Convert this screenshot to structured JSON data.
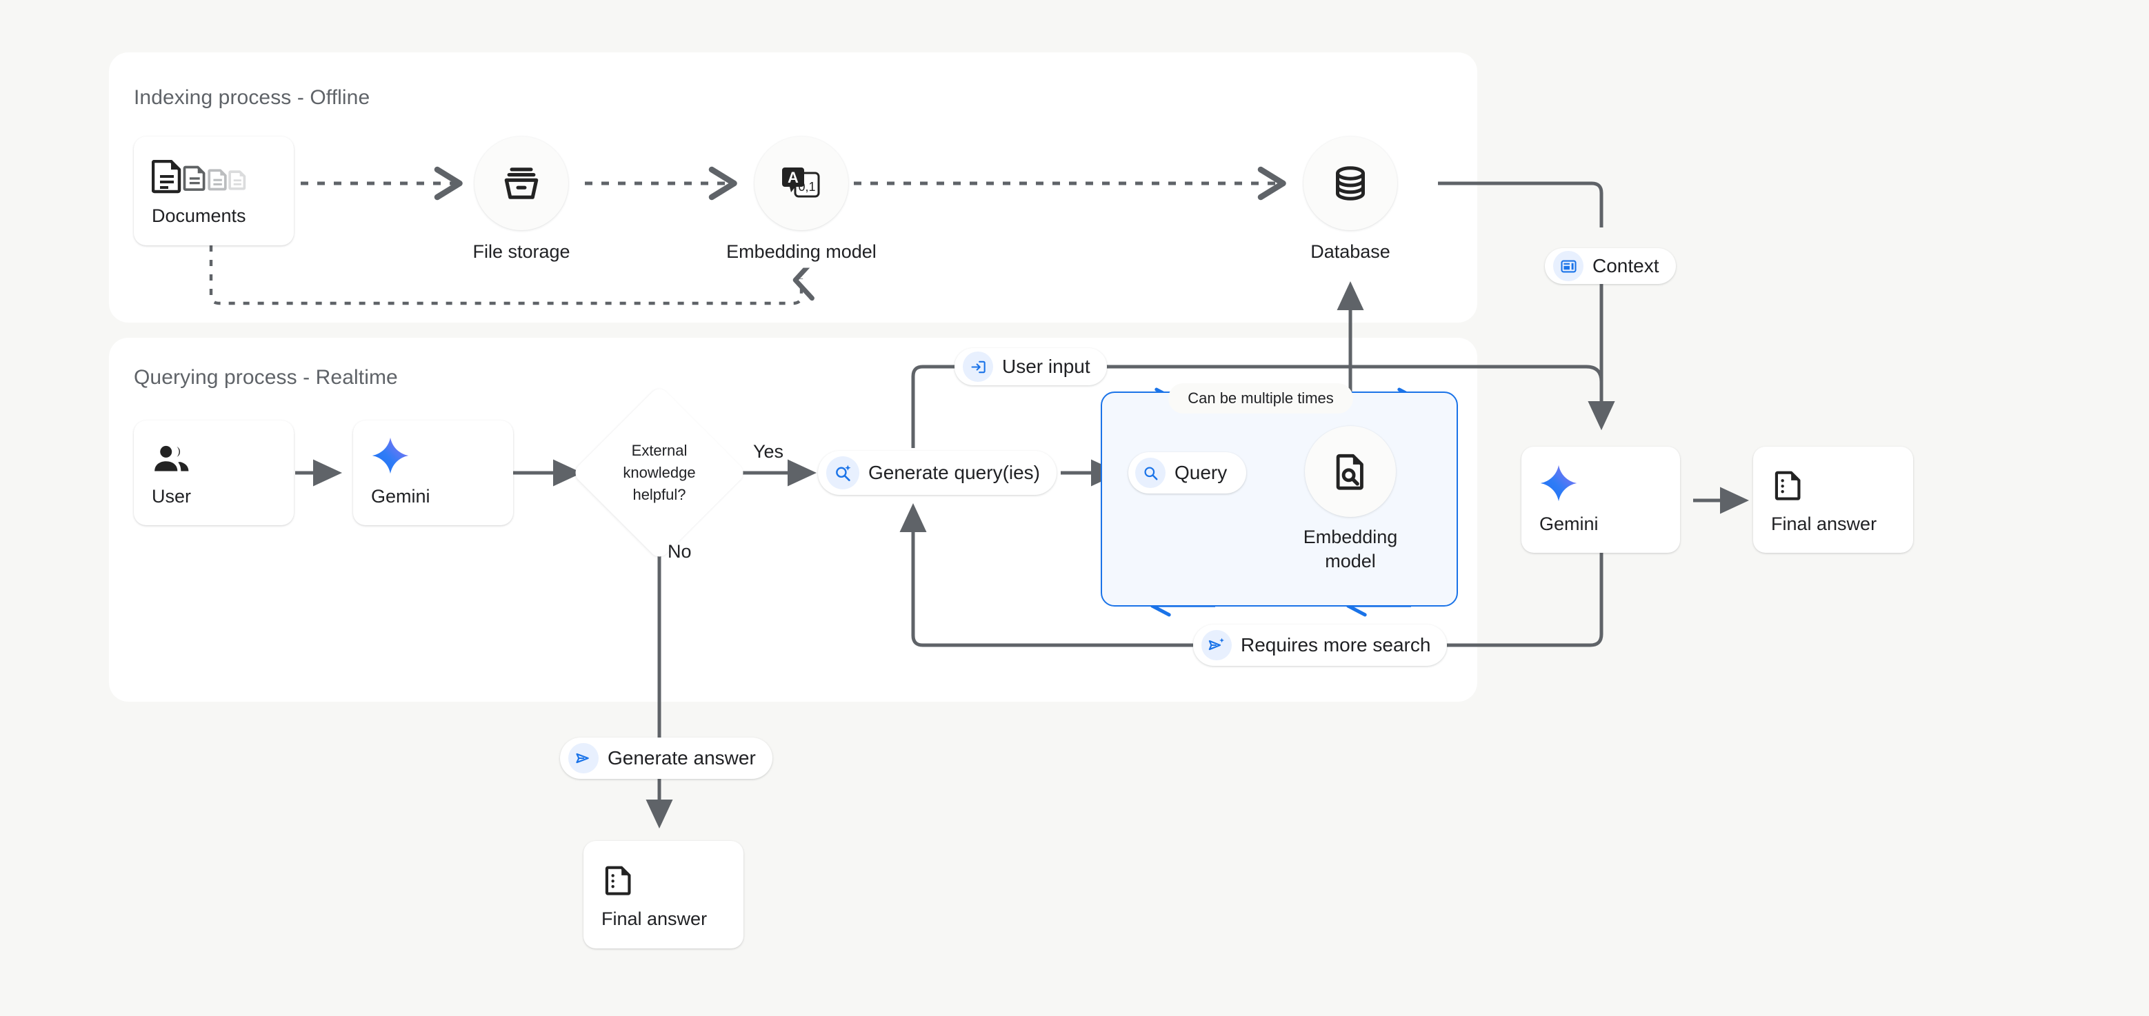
{
  "panels": [
    {
      "title": "Indexing process - Offline"
    },
    {
      "title": "Querying process - Realtime"
    }
  ],
  "indexing": {
    "documents": {
      "label": "Documents",
      "icon": "documents-icon"
    },
    "file_storage": {
      "label": "File storage",
      "icon": "archive-icon"
    },
    "embedding_model": {
      "label": "Embedding model",
      "icon": "text-to-vector-icon"
    },
    "database": {
      "label": "Database",
      "icon": "database-icon"
    }
  },
  "querying": {
    "user": {
      "label": "User",
      "icon": "people-icon"
    },
    "gemini": {
      "label": "Gemini",
      "icon": "gemini-sparkle-icon"
    },
    "decision": {
      "label": "External knowledge helpful?"
    },
    "yes_label": "Yes",
    "no_label": "No",
    "generate_queries": {
      "label": "Generate query(ies)",
      "icon": "search-sparkle-icon"
    },
    "query": {
      "label": "Query",
      "icon": "search-icon"
    },
    "loop_label": "Can be multiple times",
    "embedding_model": {
      "label": "Embedding model",
      "icon": "document-search-icon"
    },
    "user_input": {
      "label": "User input",
      "icon": "input-arrow-icon"
    },
    "requires_more_search": {
      "label": "Requires more search",
      "icon": "send-sparkle-icon"
    },
    "context": {
      "label": "Context",
      "icon": "article-icon"
    },
    "generate_answer": {
      "label": "Generate answer",
      "icon": "send-icon"
    },
    "gemini_right": {
      "label": "Gemini",
      "icon": "gemini-sparkle-icon"
    },
    "final_answer_right": {
      "label": "Final answer",
      "icon": "answer-doc-icon"
    },
    "final_answer_bottom": {
      "label": "Final answer",
      "icon": "answer-doc-icon"
    }
  },
  "colors": {
    "accent_blue": "#1a73e8",
    "accent_blue_soft": "#e8f0fe",
    "loop_fill": "#f4f8fe",
    "stroke": "#5f6368",
    "page_bg": "#f7f7f5",
    "panel_bg": "#ffffff",
    "text": "#202124",
    "muted_text": "#5f6368"
  }
}
